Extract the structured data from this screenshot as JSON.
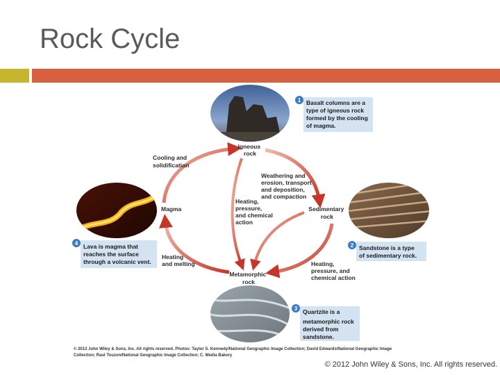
{
  "slide": {
    "title": "Rock Cycle",
    "copyright": "© 2012 John Wiley & Sons, Inc. All rights reserved."
  },
  "diagram": {
    "nodes": {
      "igneous": [
        "Igneous",
        "rock"
      ],
      "magma": "Magma",
      "sedimentary": [
        "Sedimentary",
        "rock"
      ],
      "metamorphic": [
        "Metamorphic",
        "rock"
      ]
    },
    "processes": {
      "cooling": [
        "Cooling and",
        "solidification"
      ],
      "weathering": [
        "Weathering and",
        "erosion, transport",
        "and deposition,",
        "and compaction"
      ],
      "heat_chem_center": [
        "Heating,",
        "pressure,",
        "and chemical",
        "action"
      ],
      "heat_melt": [
        "Heating",
        "and melting"
      ],
      "heat_chem_right": [
        "Heating,",
        "pressure, and",
        "chemical action"
      ]
    },
    "captions": [
      {
        "num": "1",
        "lines": [
          "Basalt columns are a",
          "type of igneous rock",
          "formed by the cooling",
          "of magma."
        ]
      },
      {
        "num": "2",
        "lines": [
          "Sandstone is a type",
          "of sedimentary rock."
        ]
      },
      {
        "num": "3",
        "lines": [
          "Quartzite is a",
          "metamorphic rock",
          "derived from",
          "sandstone."
        ]
      },
      {
        "num": "4",
        "lines": [
          "Lava is magma that",
          "reaches the surface",
          "through a volcanic vent."
        ]
      }
    ],
    "credit": [
      "© 2012 John Wiley & Sons, Inc. All rights reserved. Photos: Taylor S. Kennedy/National Geographic Image Collection; David Edwards/National Geographic Image",
      "Collection; Raul Touzon/National Geographic Image Collection; C. Media Bakery"
    ]
  }
}
